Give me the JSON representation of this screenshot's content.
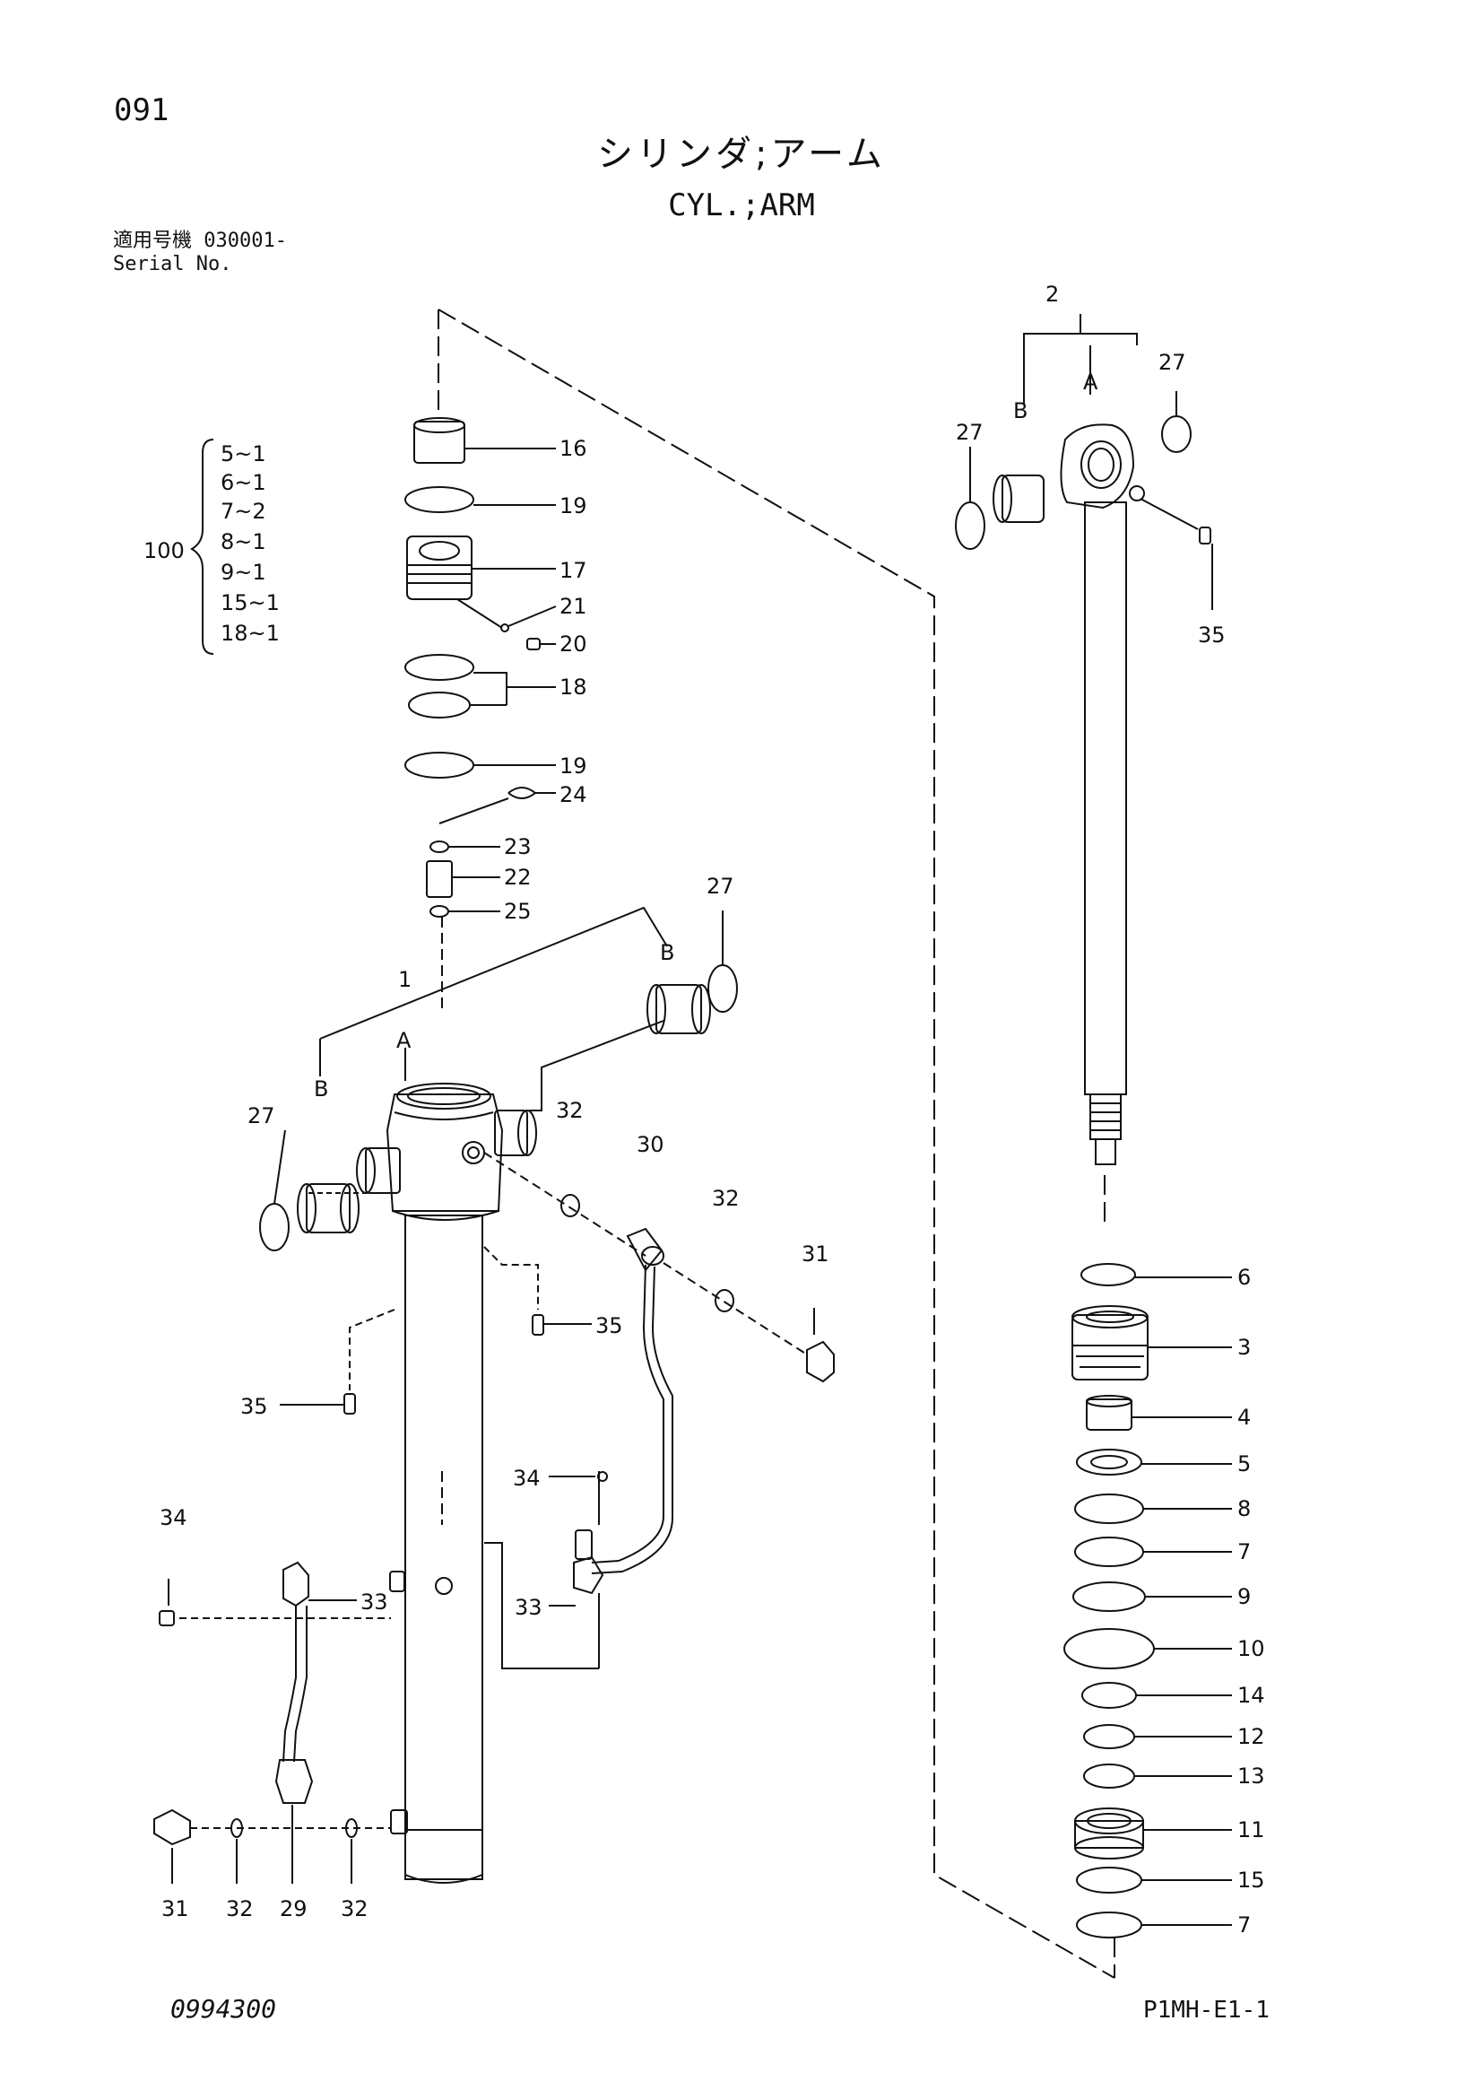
{
  "header": {
    "page_number": "091",
    "title_jp": "シリンダ;アーム",
    "title_en": "CYL.;ARM",
    "serial_label_jp": "適用号機 030001-",
    "serial_label_en": "Serial No."
  },
  "footer": {
    "drawing_code": "0994300",
    "reference": "P1MH-E1-1"
  },
  "kit": {
    "label": "100",
    "items": [
      "5~1",
      "6~1",
      "7~2",
      "8~1",
      "9~1",
      "15~1",
      "18~1"
    ]
  },
  "callouts": {
    "c16": "16",
    "c19a": "19",
    "c17": "17",
    "c21": "21",
    "c20": "20",
    "c18": "18",
    "c19b": "19",
    "c24": "24",
    "c23": "23",
    "c22": "22",
    "c25": "25",
    "c27a": "27",
    "c27b": "27",
    "c27c": "27",
    "c27d": "27",
    "c1": "1",
    "c2": "2",
    "lA1": "A",
    "lB1": "B",
    "lB2": "B",
    "lA2": "A",
    "lB3": "B",
    "c32a": "32",
    "c30": "30",
    "c32b": "32",
    "c31a": "31",
    "c35a": "35",
    "c35b": "35",
    "c35c": "35",
    "c34a": "34",
    "c34b": "34",
    "c33a": "33",
    "c33b": "33",
    "c31b": "31",
    "c32c": "32",
    "c29": "29",
    "c32d": "32",
    "c6": "6",
    "c3": "3",
    "c4": "4",
    "c5": "5",
    "c8": "8",
    "c7a": "7",
    "c9": "9",
    "c10": "10",
    "c14": "14",
    "c12": "12",
    "c13": "13",
    "c11": "11",
    "c15": "15",
    "c7b": "7"
  }
}
